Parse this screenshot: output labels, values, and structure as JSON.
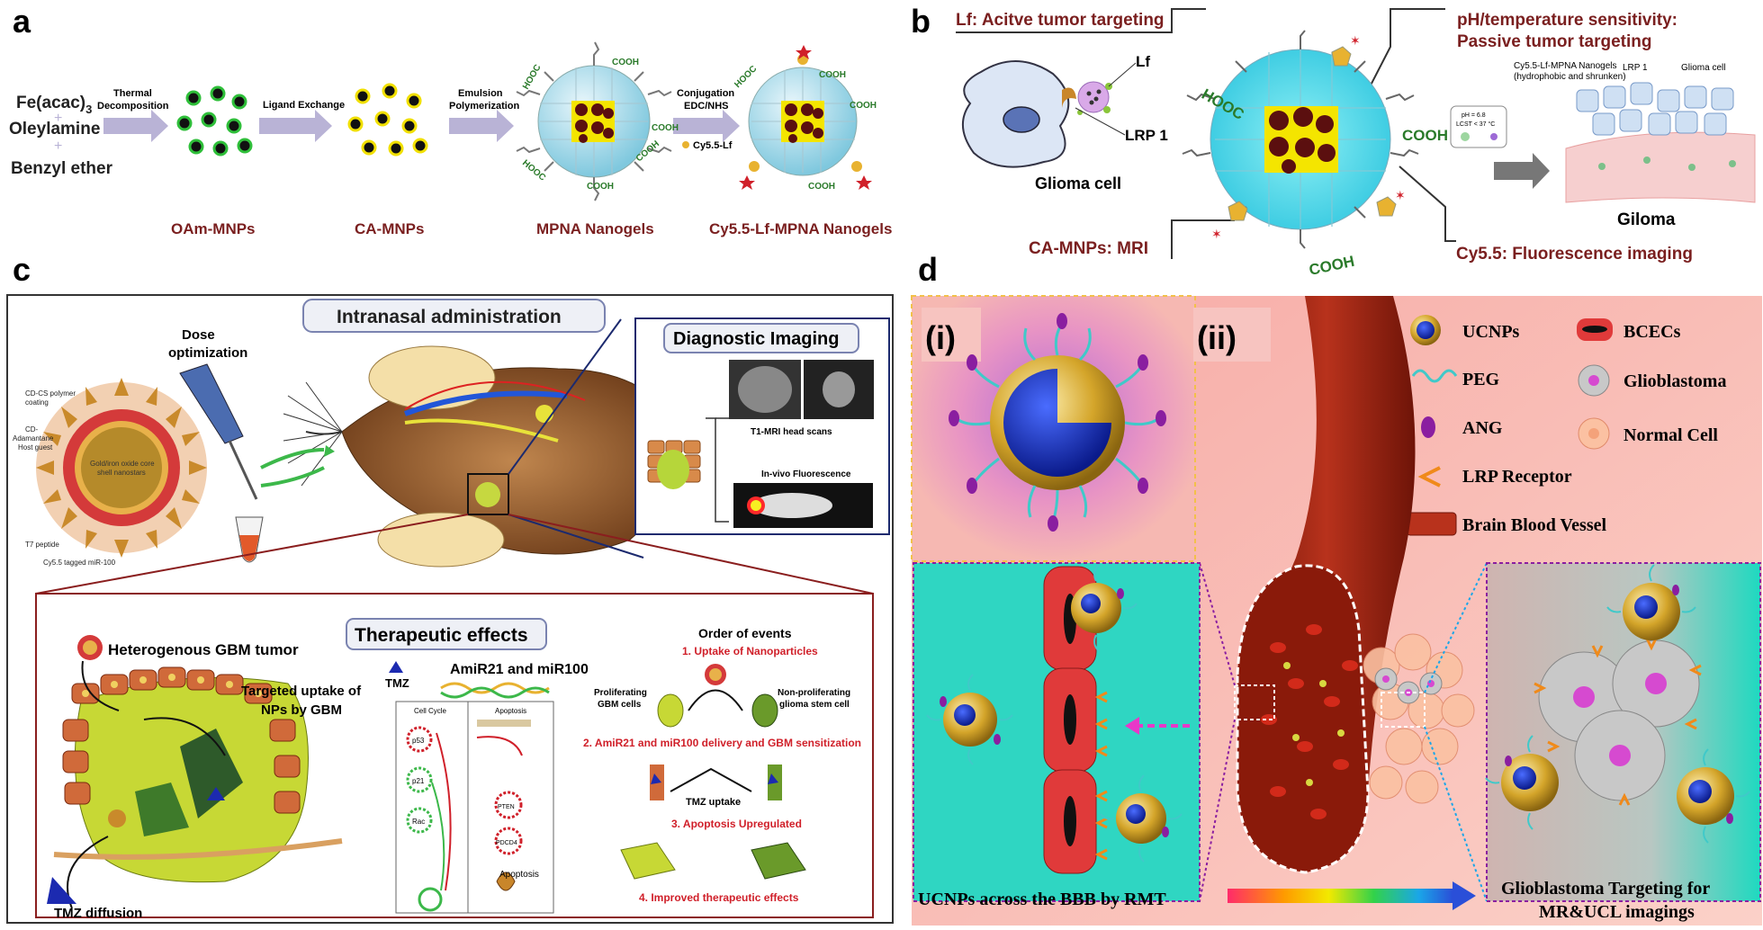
{
  "panels": {
    "a": {
      "letter": "a",
      "reagents": [
        "Fe(acac)",
        "3",
        "Oleylamine",
        "Benzyl ether"
      ],
      "steps": [
        "Thermal",
        "Decomposition",
        "Ligand Exchange",
        "Emulsion",
        "Polymerization",
        "Conjugation",
        "EDC/NHS"
      ],
      "cy_label": "Cy5.5-Lf",
      "cooh": "COOH",
      "hooc": "HOOC",
      "products": [
        "OAm-MNPs",
        "CA-MNPs",
        "MPNA Nanogels",
        "Cy5.5-Lf-MPNA Nanogels"
      ]
    },
    "b": {
      "letter": "b",
      "lf_title": "Lf: Acitve tumor targeting",
      "ph_title_1": "pH/temperature sensitivity:",
      "ph_title_2": "Passive tumor targeting",
      "lf": "Lf",
      "lrp": "LRP 1",
      "glioma_cell": "Glioma cell",
      "hooc": "HOOC",
      "cooh": "COOH",
      "ca_mnps": "CA-MNPs: MRI",
      "cy55": "Cy5.5: Fluorescence imaging",
      "inset_title_1": "Cy5.5-Lf-MPNA Nanogels",
      "inset_title_2": "(hydrophobic and shrunken)",
      "inset_lrp": "LRP 1",
      "inset_glioma": "Glioma cell",
      "ph_box_1": "pH = 6.8",
      "ph_box_2": "LCST < 37 °C",
      "giloma": "Giloma"
    },
    "c": {
      "letter": "c",
      "intranasal": "Intranasal administration",
      "dose": [
        "Dose",
        "optimization"
      ],
      "np_labels": [
        "CD-CS polymer",
        "coating",
        "CD-",
        "Adamantane",
        "Host guest",
        "Gold/iron oxide core",
        "shell nanostars",
        "T7 peptide",
        "Cy5.5 tagged miR-100"
      ],
      "diag": "Diagnostic Imaging",
      "t1": "T1-MRI head scans",
      "invivo": "In-vivo Fluorescence",
      "therapeutic": "Therapeutic effects",
      "hetero": "Heterogenous GBM tumor",
      "targeted": [
        "Targeted uptake of",
        "NPs by GBM"
      ],
      "tmz": "TMZ",
      "tmz_diff": "TMZ diffusion",
      "amir": "AmiR21 and miR100",
      "cell_cycle": "Cell Cycle",
      "apoptosis_h": "Apoptosis",
      "genes": [
        "p53",
        "p21",
        "Rac",
        "PTEN",
        "PDCD4"
      ],
      "apoptosis": "Apoptosis",
      "order": "Order of events",
      "events": [
        "1. Uptake of Nanoparticles",
        "2. AmiR21 and miR100 delivery and GBM sensitization",
        "3. Apoptosis Upregulated",
        "4. Improved therapeutic effects"
      ],
      "prolif": [
        "Proliferating",
        "GBM cells"
      ],
      "nonprolif": [
        "Non-proliferating",
        "glioma stem cell"
      ],
      "tmz_uptake": "TMZ uptake"
    },
    "d": {
      "letter": "d",
      "i": "(i)",
      "ii": "(ii)",
      "legend": [
        "UCNPs",
        "PEG",
        "ANG",
        "LRP Receptor",
        "Brain Blood Vessel",
        "BCECs",
        "Glioblastoma",
        "Normal Cell"
      ],
      "bbb": "UCNPs across the BBB by RMT",
      "glio_1": "Glioblastoma Targeting for",
      "glio_2": "MR&UCL imagings"
    }
  },
  "colors": {
    "maroon": "#7a1f1f",
    "purple_arrow": "#b9b3d6",
    "gold": "#d4a52a",
    "cyan_bg": "#2fd6c2",
    "pink_bg": "#f6b8b2",
    "red_event": "#d0202a"
  }
}
